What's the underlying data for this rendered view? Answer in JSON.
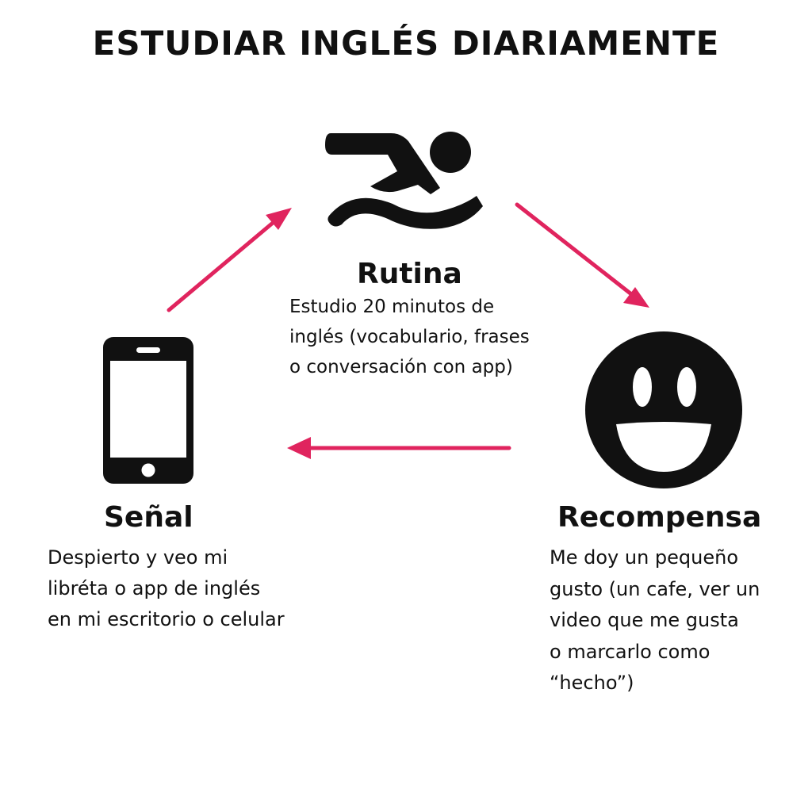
{
  "title": "ESTUDIAR INGLÉS DIARIAMENTE",
  "accent_color": "#e0245e",
  "nodes": {
    "rutina": {
      "heading": "Rutina",
      "description": "Estudio 20 minutos de\ninglés (vocabulario, frases\no conversación con app)",
      "icon": "swimmer-icon"
    },
    "senal": {
      "heading": "Señal",
      "description": "Despierto y veo mi\nlibréta o app de inglés\nen mi escritorio o celular",
      "icon": "smartphone-icon"
    },
    "recompensa": {
      "heading": "Recompensa",
      "description": "Me doy un pequeño\ngusto (un cafe, ver un\nvideo que me gusta\no marcarlo como\n“hecho”)",
      "icon": "smiley-face-icon"
    }
  },
  "edges": [
    {
      "from": "senal",
      "to": "rutina"
    },
    {
      "from": "rutina",
      "to": "recompensa"
    },
    {
      "from": "recompensa",
      "to": "senal"
    }
  ]
}
